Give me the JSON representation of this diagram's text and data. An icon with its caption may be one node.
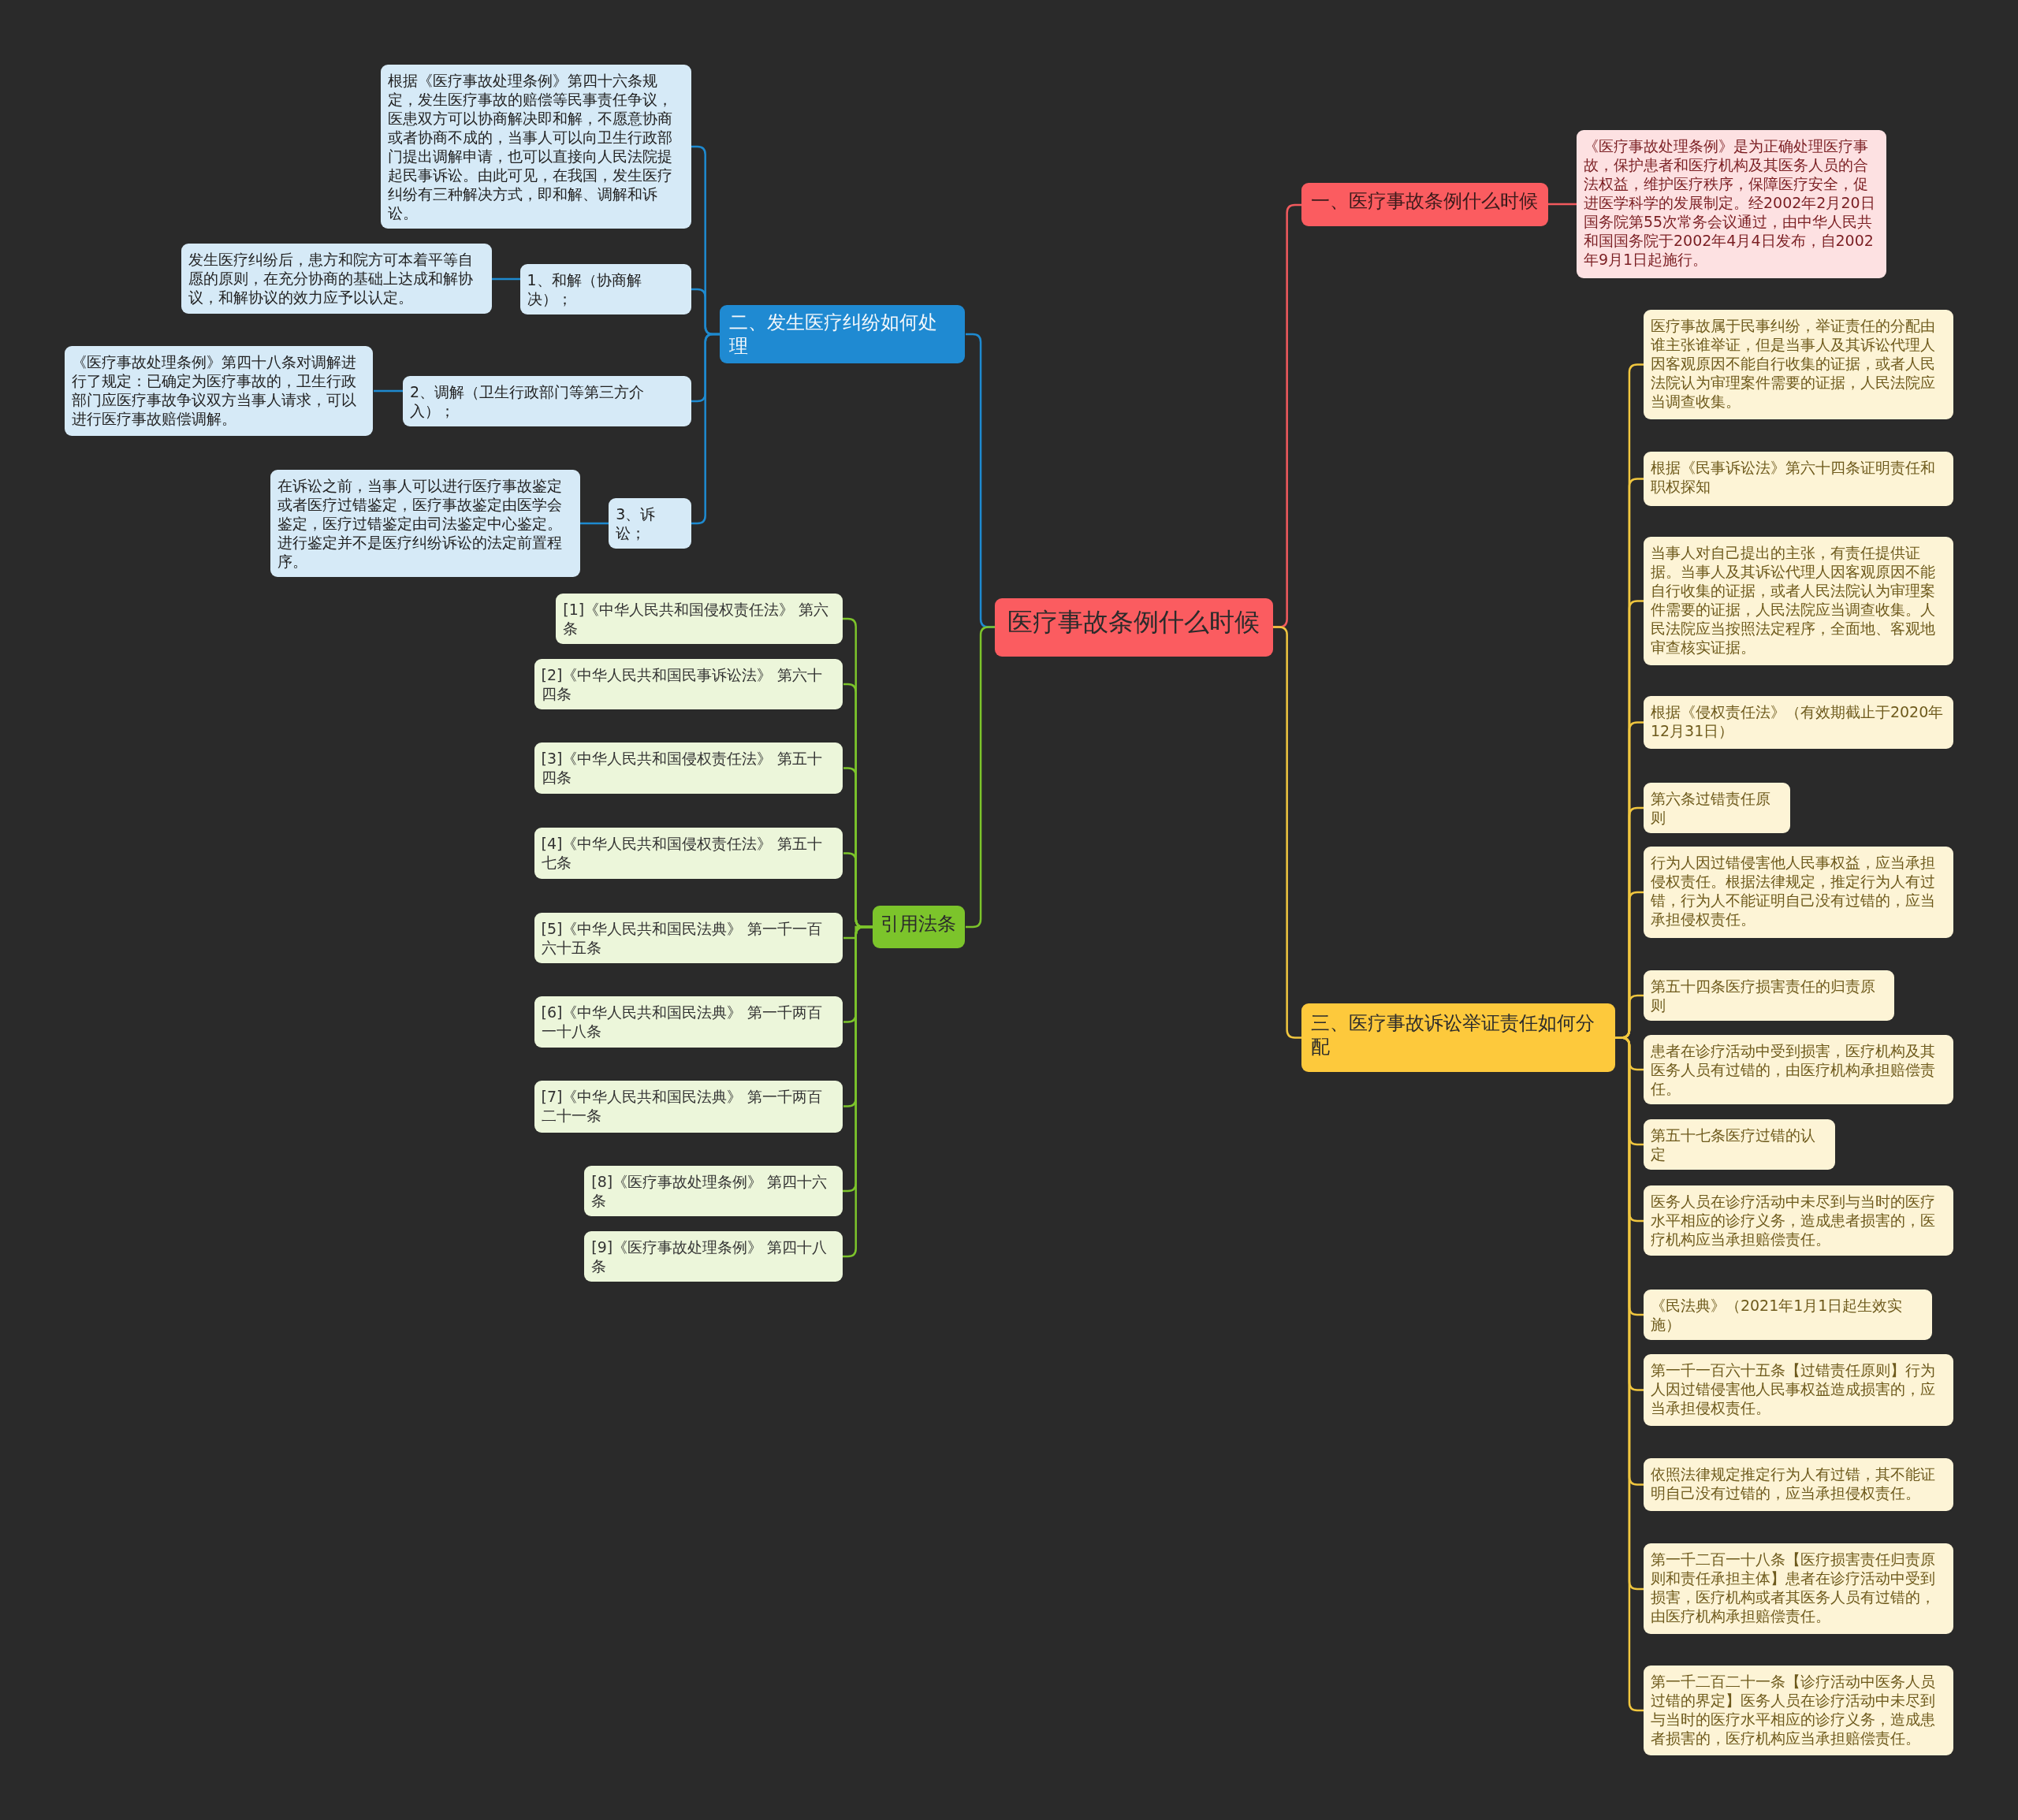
{
  "diagram": {
    "nodes": [
      {
        "text": [
          "医疗事故条例什么时候"
        ]
      },
      {
        "text": [
          "一、医疗事故条例什么时候"
        ]
      },
      {
        "text": [
          "《医疗事故处理条例》是为正确处理医疗事故，保护患者和医疗机构及其医务人员的合法权益，维护医疗秩序，保障医疗安全，促进医学科学的发展制定。经2002年2月20日国务院第55次常务会议通过，由中华人民共和国国务院于2002年4月4日发布，自2002年9月1日起施行。"
        ]
      },
      {
        "text": [
          "三、医疗事故诉讼举证责任如何分配"
        ]
      },
      {
        "text": [
          "医疗事故属于民事纠纷，举证责任的分配由谁主张谁举证，但是当事人及其诉讼代理人因客观原因不能自行收集的证据，或者人民法院认为审理案件需要的证据，人民法院应当调查收集。"
        ]
      },
      {
        "text": [
          "根据《民事诉讼法》第六十四条证明责任和职权探知"
        ]
      },
      {
        "text": [
          "当事人对自己提出的主张，有责任提供证据。当事人及其诉讼代理人因客观原因不能自行收集的证据，或者人民法院认为审理案件需要的证据，人民法院应当调查收集。人民法院应当按照法定程序，全面地、客观地审查核实证据。"
        ]
      },
      {
        "text": [
          "根据《侵权责任法》（有效期截止于2020年12月31日）"
        ]
      },
      {
        "text": [
          "第六条过错责任原则"
        ]
      },
      {
        "text": [
          "行为人因过错侵害他人民事权益，应当承担侵权责任。根据法律规定，推定行为人有过错，行为人不能证明自己没有过错的，应当承担侵权责任。"
        ]
      },
      {
        "text": [
          "第五十四条医疗损害责任的归责原则"
        ]
      },
      {
        "text": [
          "患者在诊疗活动中受到损害，医疗机构及其医务人员有过错的，由医疗机构承担赔偿责任。"
        ]
      },
      {
        "text": [
          "第五十七条医疗过错的认定"
        ]
      },
      {
        "text": [
          "医务人员在诊疗活动中未尽到与当时的医疗水平相应的诊疗义务，造成患者损害的，医疗机构应当承担赔偿责任。"
        ]
      },
      {
        "text": [
          "《民法典》（2021年1月1日起生效实施）"
        ]
      },
      {
        "text": [
          "第一千一百六十五条【过错责任原则】行为人因过错侵害他人民事权益造成损害的，应当承担侵权责任。"
        ]
      },
      {
        "text": [
          "依照法律规定推定行为人有过错，其不能证明自己没有过错的，应当承担侵权责任。"
        ]
      },
      {
        "text": [
          "第一千二百一十八条【医疗损害责任归责原则和责任承担主体】患者在诊疗活动中受到损害，医疗机构或者其医务人员有过错的，由医疗机构承担赔偿责任。"
        ]
      },
      {
        "text": [
          "第一千二百二十一条【诊疗活动中医务人员过错的界定】医务人员在诊疗活动中未尽到与当时的医疗水平相应的诊疗义务，造成患者损害的，医疗机构应当承担赔偿责任。"
        ]
      },
      {
        "text": [
          "二、发生医疗纠纷如何处理"
        ]
      },
      {
        "text": [
          "根据《医疗事故处理条例》第四十六条规定，发生医疗事故的赔偿等民事责任争议，医患双方可以协商解决即和解，不愿意协商或者协商不成的，当事人可以向卫生行政部门提出调解申请，也可以直接向人民法院提起民事诉讼。由此可见，在我国，发生医疗纠纷有三种解决方式，即和解、调解和诉讼。"
        ]
      },
      {
        "text": [
          "1、和解（协商解决）；"
        ]
      },
      {
        "text": [
          "发生医疗纠纷后，患方和院方可本着平等自愿的原则，在充分协商的基础上达成和解协议，和解协议的效力应予以认定。"
        ]
      },
      {
        "text": [
          "2、调解（卫生行政部门等第三方介入）；"
        ]
      },
      {
        "text": [
          "《医疗事故处理条例》第四十八条对调解进行了规定：已确定为医疗事故的，卫生行政部门应医疗事故争议双方当事人请求，可以进行医疗事故赔偿调解。"
        ]
      },
      {
        "text": [
          "3、诉讼；"
        ]
      },
      {
        "text": [
          "在诉讼之前，当事人可以进行医疗事故鉴定或者医疗过错鉴定，医疗事故鉴定由医学会鉴定，医疗过错鉴定由司法鉴定中心鉴定。进行鉴定并不是医疗纠纷诉讼的法定前置程序。"
        ]
      },
      {
        "text": [
          "引用法条"
        ]
      },
      {
        "text": [
          "[1]《中华人民共和国侵权责任法》 第六条"
        ]
      },
      {
        "text": [
          "[2]《中华人民共和国民事诉讼法》 第六十四条"
        ]
      },
      {
        "text": [
          "[3]《中华人民共和国侵权责任法》 第五十四条"
        ]
      },
      {
        "text": [
          "[4]《中华人民共和国侵权责任法》 第五十七条"
        ]
      },
      {
        "text": [
          "[5]《中华人民共和国民法典》 第一千一百六十五条"
        ]
      },
      {
        "text": [
          "[6]《中华人民共和国民法典》 第一千两百一十八条"
        ]
      },
      {
        "text": [
          "[7]《中华人民共和国民法典》 第一千两百二十一条"
        ]
      },
      {
        "text": [
          "[8]《医疗事故处理条例》 第四十六条"
        ]
      },
      {
        "text": [
          "[9]《医疗事故处理条例》 第四十八条"
        ]
      }
    ],
    "edges": [
      {
        "from": 0,
        "to": 1,
        "arrow": "none",
        "color": "#f25a5e"
      },
      {
        "from": 1,
        "to": 2,
        "arrow": "none",
        "color": "#f25a5e"
      },
      {
        "from": 0,
        "to": 3,
        "arrow": "none"
      },
      {
        "from": 3,
        "to": 4,
        "arrow": "none"
      },
      {
        "from": 3,
        "to": 5,
        "arrow": "none"
      },
      {
        "from": 3,
        "to": 6,
        "arrow": "none"
      },
      {
        "from": 3,
        "to": 7,
        "arrow": "none"
      },
      {
        "from": 3,
        "to": 8,
        "arrow": "none"
      },
      {
        "from": 3,
        "to": 9,
        "arrow": "none"
      },
      {
        "from": 3,
        "to": 10,
        "arrow": "none"
      },
      {
        "from": 3,
        "to": 11,
        "arrow": "none"
      },
      {
        "from": 3,
        "to": 12,
        "arrow": "none"
      },
      {
        "from": 3,
        "to": 13,
        "arrow": "none"
      },
      {
        "from": 3,
        "to": 14,
        "arrow": "none"
      },
      {
        "from": 3,
        "to": 15,
        "arrow": "none"
      },
      {
        "from": 3,
        "to": 16,
        "arrow": "none"
      },
      {
        "from": 3,
        "to": 17,
        "arrow": "none"
      },
      {
        "from": 3,
        "to": 18,
        "arrow": "none"
      },
      {
        "from": 0,
        "to": 19,
        "arrow": "none",
        "color": "#1e8ad0"
      },
      {
        "from": 19,
        "to": 20,
        "arrow": "none",
        "color": "#1e8ad0"
      },
      {
        "from": 19,
        "to": 21,
        "arrow": "none",
        "color": "#1e8ad0"
      },
      {
        "from": 21,
        "to": 22,
        "arrow": "none",
        "color": "#1e8ad0"
      },
      {
        "from": 19,
        "to": 23,
        "arrow": "none",
        "color": "#1e8ad0"
      },
      {
        "from": 23,
        "to": 24,
        "arrow": "none",
        "color": "#1e8ad0"
      },
      {
        "from": 19,
        "to": 25,
        "arrow": "none",
        "color": "#1e8ad0"
      },
      {
        "from": 25,
        "to": 26,
        "arrow": "none",
        "color": "#1e8ad0"
      },
      {
        "from": 0,
        "to": 27,
        "arrow": "none",
        "color": "#7cc42b"
      },
      {
        "from": 27,
        "to": 28,
        "arrow": "none",
        "color": "#7cc42b"
      },
      {
        "from": 27,
        "to": 29,
        "arrow": "none",
        "color": "#7cc42b"
      },
      {
        "from": 27,
        "to": 30,
        "arrow": "none",
        "color": "#7cc42b"
      },
      {
        "from": 27,
        "to": 31,
        "arrow": "none",
        "color": "#7cc42b"
      },
      {
        "from": 27,
        "to": 32,
        "arrow": "none",
        "color": "#7cc42b"
      },
      {
        "from": 27,
        "to": 33,
        "arrow": "none",
        "color": "#7cc42b"
      },
      {
        "from": 27,
        "to": 34,
        "arrow": "none",
        "color": "#7cc42b"
      },
      {
        "from": 27,
        "to": 35,
        "arrow": "none",
        "color": "#7cc42b"
      },
      {
        "from": 27,
        "to": 36,
        "arrow": "none",
        "color": "#7cc42b"
      }
    ]
  }
}
